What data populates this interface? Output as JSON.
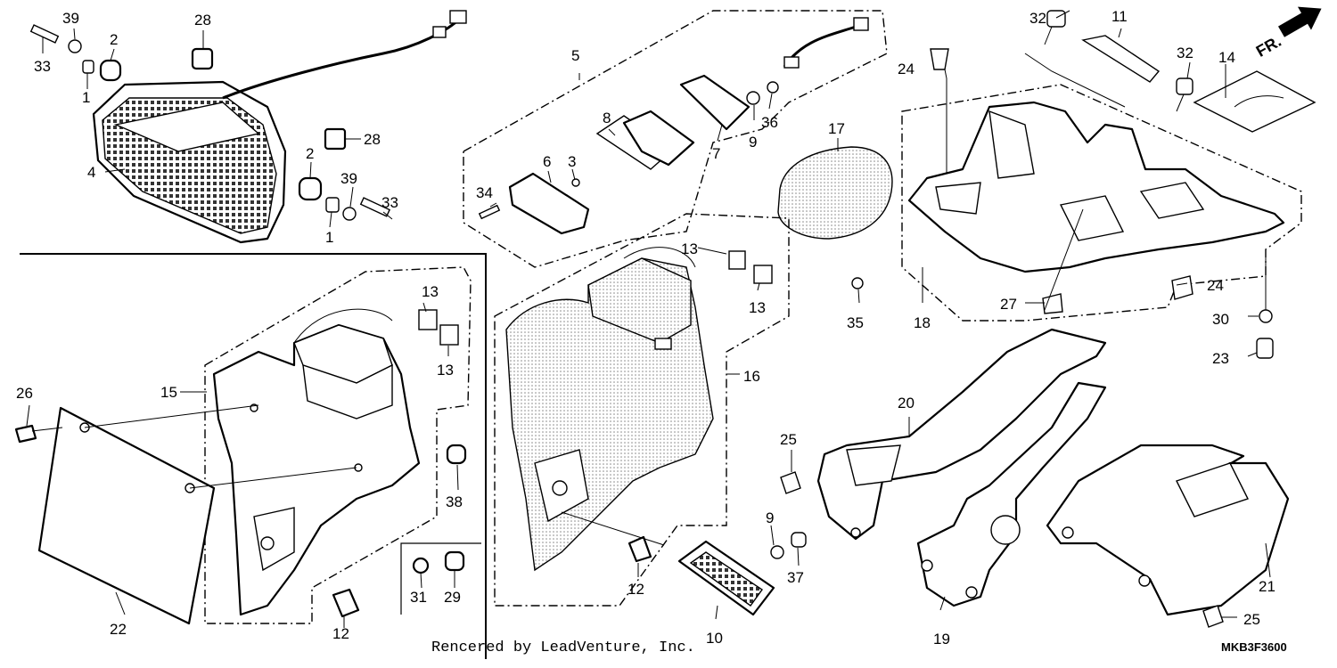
{
  "footer": {
    "credit": "Rencered by LeadVenture, Inc.",
    "diagram_code": "MKB3F3600"
  },
  "direction_indicator": {
    "label": "FR.",
    "icon": "arrow-icon"
  },
  "callouts": {
    "n1a": "1",
    "n1b": "1",
    "n2a": "2",
    "n2b": "2",
    "n3": "3",
    "n4": "4",
    "n5": "5",
    "n6": "6",
    "n7": "7",
    "n8": "8",
    "n9a": "9",
    "n9b": "9",
    "n10": "10",
    "n11": "11",
    "n12a": "12",
    "n12b": "12",
    "n13a": "13",
    "n13b": "13",
    "n13c": "13",
    "n13d": "13",
    "n14": "14",
    "n15": "15",
    "n16": "16",
    "n17": "17",
    "n18": "18",
    "n19": "19",
    "n20": "20",
    "n21": "21",
    "n22": "22",
    "n23": "23",
    "n24a": "24",
    "n24b": "24",
    "n25a": "25",
    "n25b": "25",
    "n26": "26",
    "n27": "27",
    "n28a": "28",
    "n28b": "28",
    "n29": "29",
    "n30": "30",
    "n31": "31",
    "n32a": "32",
    "n32b": "32",
    "n33a": "33",
    "n33b": "33",
    "n34": "34",
    "n35": "35",
    "n36": "36",
    "n37": "37",
    "n38": "38",
    "n39a": "39",
    "n39b": "39"
  }
}
